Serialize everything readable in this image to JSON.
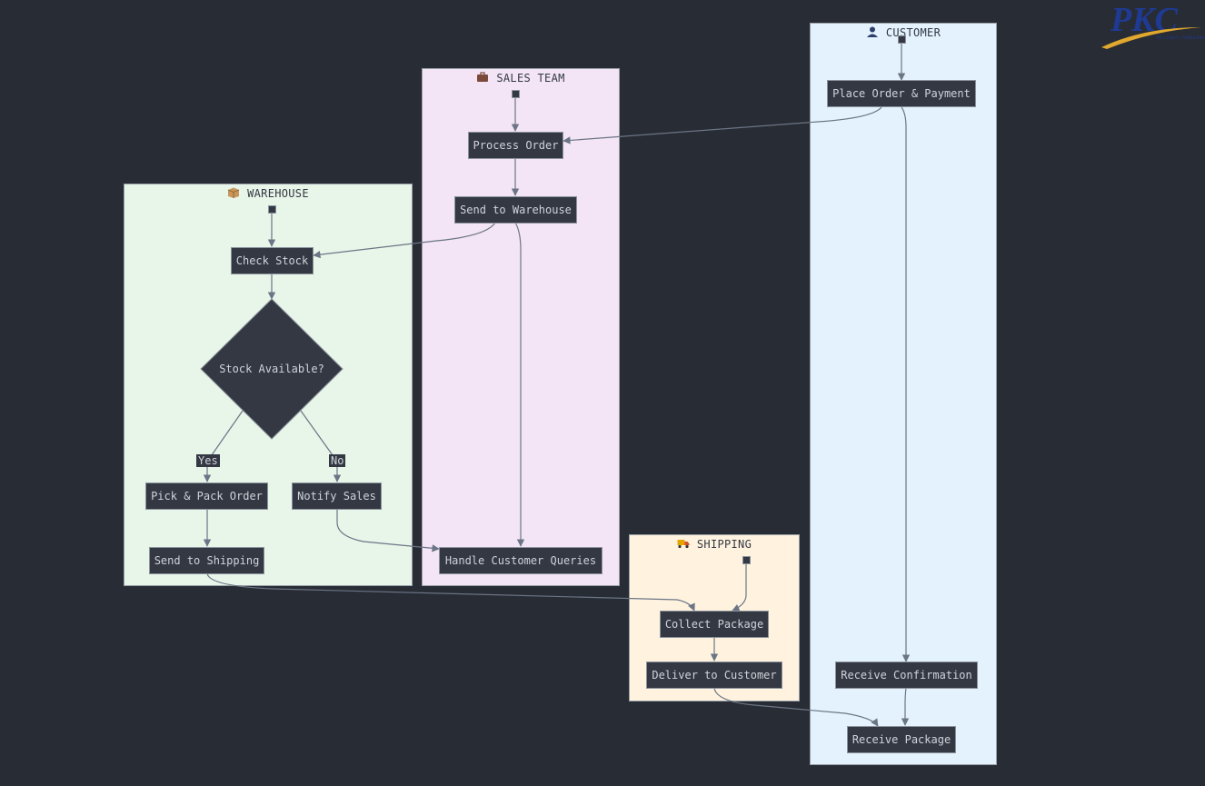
{
  "lanes": {
    "customer": {
      "title": "CUSTOMER",
      "icon": "person-icon",
      "color": "#e3f2fd"
    },
    "sales": {
      "title": "SALES TEAM",
      "icon": "briefcase-icon",
      "color": "#f3e5f5"
    },
    "warehouse": {
      "title": "WAREHOUSE",
      "icon": "package-icon",
      "color": "#e8f5e9"
    },
    "shipping": {
      "title": "SHIPPING",
      "icon": "truck-icon",
      "color": "#fff3e0"
    }
  },
  "nodes": {
    "place_order": "Place Order & Payment",
    "process_order": "Process Order",
    "send_to_warehouse": "Send to Warehouse",
    "check_stock": "Check Stock",
    "stock_available": "Stock Available?",
    "pick_pack": "Pick & Pack Order",
    "notify_sales": "Notify Sales",
    "send_to_shipping": "Send to Shipping",
    "handle_queries": "Handle Customer Queries",
    "collect_package": "Collect Package",
    "deliver": "Deliver to Customer",
    "receive_confirmation": "Receive Confirmation",
    "receive_package": "Receive Package"
  },
  "edge_labels": {
    "yes": "Yes",
    "no": "No"
  },
  "logo": {
    "text": "PKC",
    "tagline": "TAX | AUDIT | CONSULTING"
  },
  "colors": {
    "background": "#282c34",
    "node_fill": "#333842",
    "node_stroke": "#8c939c",
    "edge": "#6b7585",
    "text": "#cfd3da",
    "logo_blue": "#1f3a93",
    "logo_gold": "#e0a82e"
  }
}
